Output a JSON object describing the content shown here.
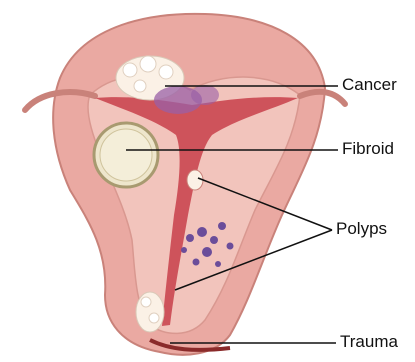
{
  "labels": {
    "cancer": "Cancer",
    "fibroid": "Fibroid",
    "polyps": "Polyps",
    "trauma": "Trauma"
  },
  "colors": {
    "tissue": "#e9a9a2",
    "tissue_light": "#f4cdc6",
    "cavity": "#c8404a",
    "cancer": "#fbf1e6",
    "cancer_purple": "#9a5fa6",
    "fibroid": "#eee6cc",
    "polyp": "#6b4d9a",
    "leader": "#111111"
  }
}
